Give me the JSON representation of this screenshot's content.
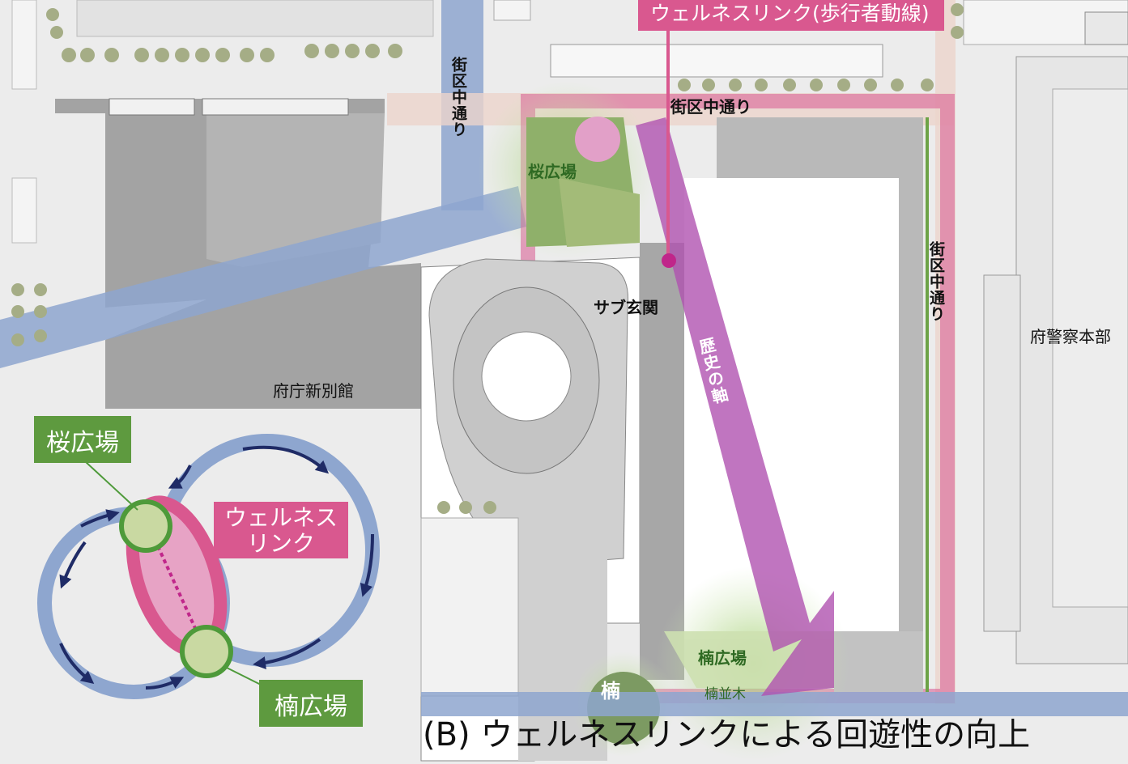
{
  "labels": {
    "wellness_link_banner": "ウェルネスリンク(歩行者動線)",
    "street_left_vertical": "街区中通り",
    "street_top": "街区中通り",
    "street_right_vertical": "街区中通り",
    "sakura_plaza": "桜広場",
    "sub_entrance": "サブ玄関",
    "history_axis": "歴史の軸",
    "police_hq": "府警察本部",
    "pref_annex": "府庁新別館",
    "kusunoki_plaza": "楠広場",
    "kusunoki": "楠",
    "kusunoki_trees": "楠並木"
  },
  "diagram": {
    "sakura_plaza": "桜広場",
    "wellness_link": "ウェルネス\nリンク",
    "kusunoki_plaza": "楠広場"
  },
  "caption": "(B) ウェルネスリンクによる回遊性の向上",
  "colors": {
    "wellness_pink": "#d9588f",
    "street_blue": "#8ea6cf",
    "plaza_green": "#6da347",
    "history_purple": "#b052b0",
    "building_gray": "#9b9b9b"
  }
}
